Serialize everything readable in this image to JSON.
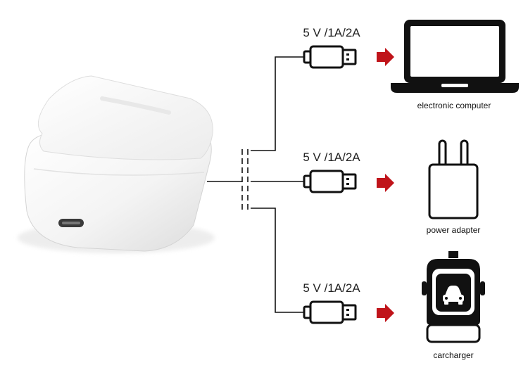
{
  "diagram": {
    "source": {
      "name": "earbuds charging case"
    },
    "branches": [
      {
        "spec": "5 V /1A/2A",
        "target_label": "electronic computer",
        "target_icon": "laptop-icon"
      },
      {
        "spec": "5 V /1A/2A",
        "target_label": "power adapter",
        "target_icon": "power-adapter-icon"
      },
      {
        "spec": "5 V /1A/2A",
        "target_label": "carcharger",
        "target_icon": "car-charger-icon"
      }
    ],
    "colors": {
      "line": "#111111",
      "arrow": "#c0141a",
      "case_shadow": "#d9d9d9"
    }
  }
}
